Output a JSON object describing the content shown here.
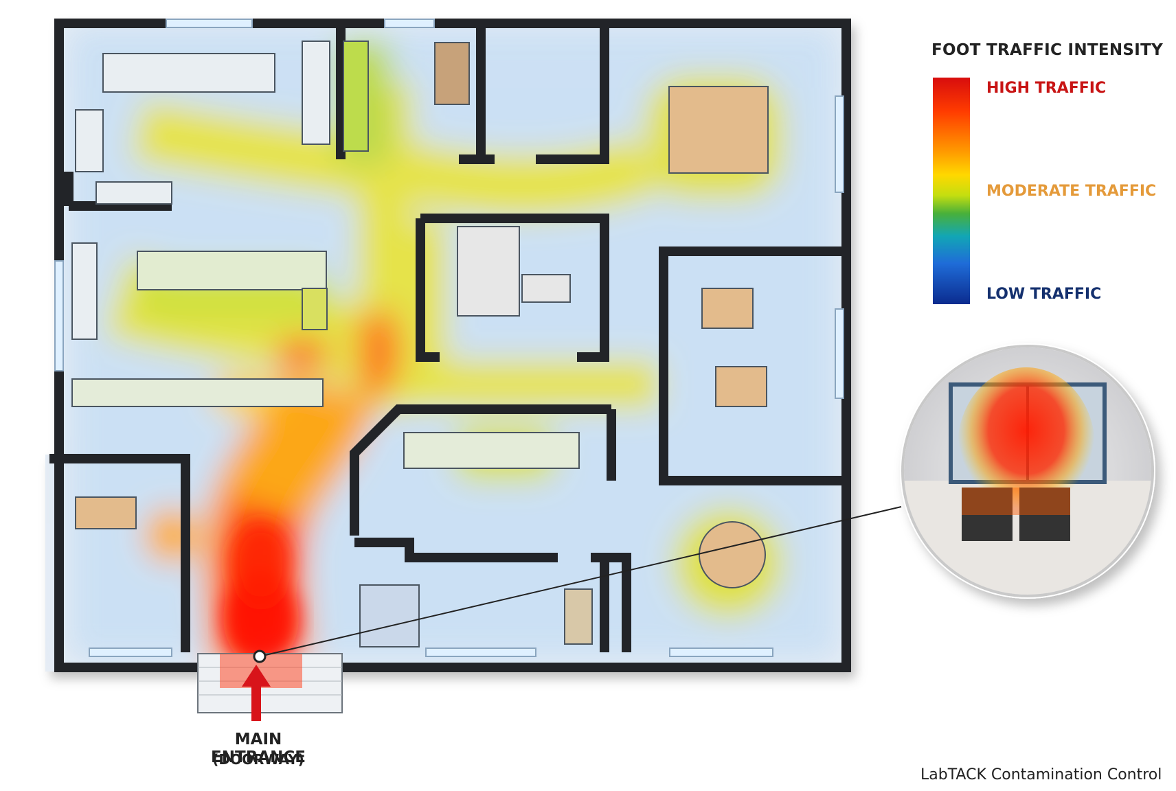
{
  "legend": {
    "title": "FOOT TRAFFIC INTENSITY",
    "high": "HIGH TRAFFIC",
    "moderate": "MODERATE TRAFFIC",
    "low": "LOW TRAFFIC",
    "colors": {
      "high": "#d80d0d",
      "moderate": "#ffd800",
      "low": "#0b2b8e"
    }
  },
  "entrance": {
    "label": "MAIN ENTRANCE",
    "sublabel": "(DOORWAY)",
    "arrow_color": "#d8141a"
  },
  "brand": "LabTACK Contamination Control",
  "colors": {
    "wall": "#222428",
    "floor": "#e6edf5",
    "heat_high": "#ff1a00",
    "heat_mid": "#ffd200",
    "heat_low": "#3c8cff"
  }
}
